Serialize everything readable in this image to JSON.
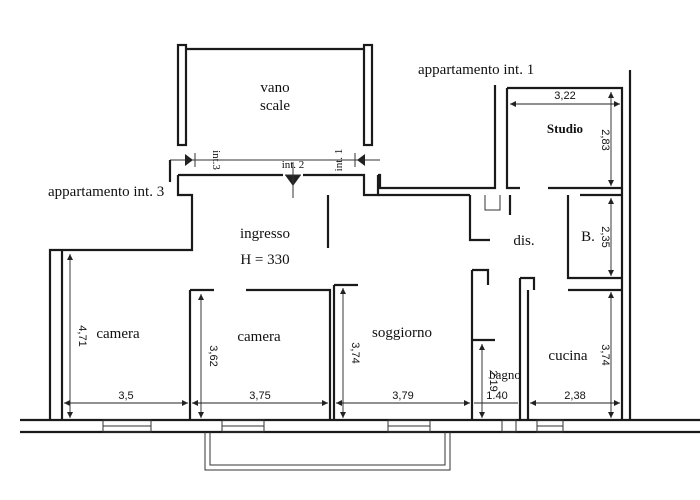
{
  "labels": {
    "vano_line1": "vano",
    "vano_line2": "scale",
    "apt_int1": "appartamento int. 1",
    "apt_int3": "appartamento int. 3",
    "int1": "int. 1",
    "int2": "int. 2",
    "int3": "int.3",
    "studio": "Studio",
    "ingresso": "ingresso",
    "height": "H = 330",
    "dis": "dis.",
    "bagno_small": "B.",
    "camera_left": "camera",
    "camera_mid": "camera",
    "soggiorno": "soggiorno",
    "bagno": "bagno",
    "cucina": "cucina"
  },
  "dimensions": {
    "studio_w": "3,22",
    "studio_h": "2,83",
    "b_h": "2,35",
    "camera_left_h": "4,71",
    "camera_left_w": "3,5",
    "camera_mid_h": "3,62",
    "camera_mid_w": "3,75",
    "soggiorno_h": "3,74",
    "soggiorno_w": "3,79",
    "bagno_h": "2,19",
    "bagno_w": "1.40",
    "cucina_h": "3,74",
    "cucina_w": "2,38"
  }
}
